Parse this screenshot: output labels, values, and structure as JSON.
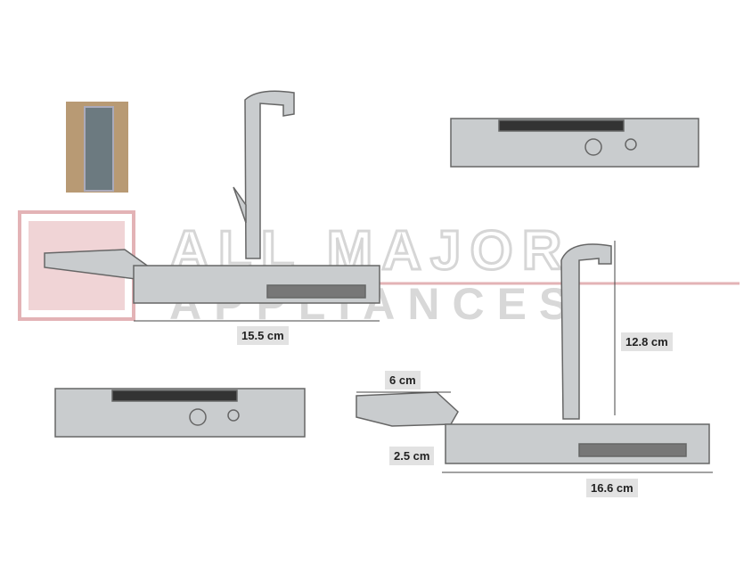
{
  "watermark": {
    "line1": "ALL MAJOR",
    "line2": "APPLIANCES",
    "logo_color": "#d9a0a4",
    "text_color": "#d0d0d0"
  },
  "dimensions": {
    "hinge_length_closed": "15.5 cm",
    "arm_height": "12.8 cm",
    "tab_width": "6 cm",
    "tab_height": "2.5 cm",
    "hinge_length_open": "16.6 cm"
  }
}
